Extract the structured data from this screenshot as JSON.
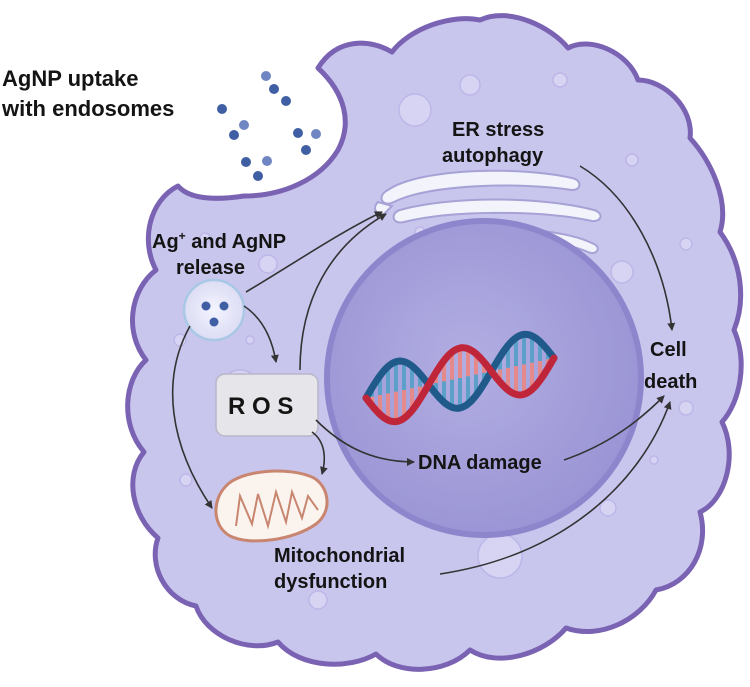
{
  "labels": {
    "uptake_line1": "AgNP uptake",
    "uptake_line2": "with endosomes",
    "release_ag": "Ag",
    "release_plus": "+",
    "release_rest": " and AgNP",
    "release_line2": "release",
    "er_line1": "ER stress",
    "er_line2": "autophagy",
    "ros": "R O S",
    "dna": "DNA damage",
    "cell_line1": "Cell",
    "cell_line2": "death",
    "mito_line1": "Mitochondrial",
    "mito_line2": "dysfunction"
  },
  "colors": {
    "cell_fill": "#c9c6ee",
    "cell_stroke": "#7a63b3",
    "nucleus_fill": "#a8a3db",
    "nucleus_stroke": "#8e86cc",
    "nanoparticle": "#3f5ea3",
    "dna_red": "#c0263a",
    "dna_blue": "#1f5a8a",
    "arrow": "#333333"
  }
}
